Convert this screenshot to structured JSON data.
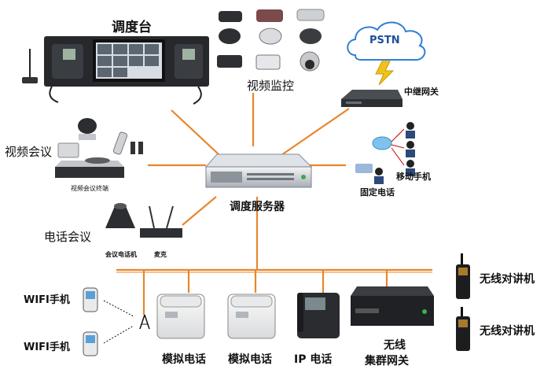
{
  "labels": {
    "dispatch_console": "调度台",
    "video_surveillance": "视频监控",
    "pstn": "PSTN",
    "relay_gateway": "中继网关",
    "video_conference": "视频会议",
    "video_conference_terminal": "视频会议终端",
    "mobile_phone": "移动手机",
    "fixed_phone": "固定电话",
    "dispatch_server": "调度服务器",
    "phone_conference": "电话会议",
    "conference_phone": "会议电话机",
    "microphone": "麦克",
    "wifi_phone_1": "WIFI手机",
    "wifi_phone_2": "WIFI手机",
    "analog_phone_1": "模拟电话",
    "analog_phone_2": "模拟电话",
    "ip_phone": "IP 电话",
    "trunk_gateway_line1": "无线",
    "trunk_gateway_line2": "集群网关",
    "walkie_talkie_1": "无线对讲机",
    "walkie_talkie_2": "无线对讲机"
  },
  "colors": {
    "link_line": "#e8862a",
    "device_dark": "#2b2b2b",
    "device_silver": "#c9cdd2",
    "cloud_blue": "#2f7fd6"
  }
}
